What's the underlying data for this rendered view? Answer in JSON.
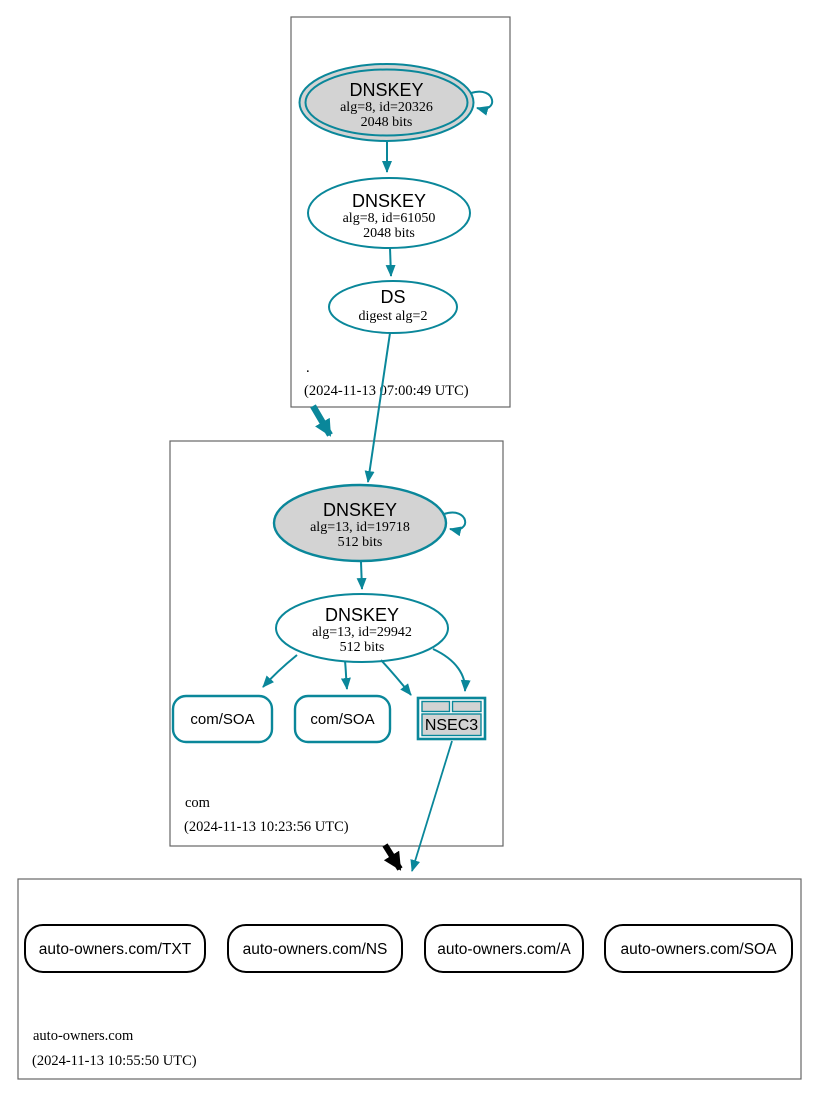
{
  "diagram_type": "dnssec-authentication-chain",
  "colors": {
    "secure_edge": "#0a879a",
    "insecure_edge": "#000000",
    "key_fill": "#d3d3d3",
    "node_fill": "#ffffff",
    "zone_box_border": "#666666",
    "rrset_border_bottom": "#000000"
  },
  "zones": {
    "root": {
      "label": ".",
      "timestamp": "(2024-11-13 07:00:49 UTC)",
      "ksk": {
        "title": "DNSKEY",
        "detail": "alg=8, id=20326",
        "bits": "2048 bits"
      },
      "zsk": {
        "title": "DNSKEY",
        "detail": "alg=8, id=61050",
        "bits": "2048 bits"
      },
      "ds": {
        "title": "DS",
        "detail": "digest alg=2"
      }
    },
    "com": {
      "label": "com",
      "timestamp": "(2024-11-13 10:23:56 UTC)",
      "ksk": {
        "title": "DNSKEY",
        "detail": "alg=13, id=19718",
        "bits": "512 bits"
      },
      "zsk": {
        "title": "DNSKEY",
        "detail": "alg=13, id=29942",
        "bits": "512 bits"
      },
      "soa1": {
        "label": "com/SOA"
      },
      "soa2": {
        "label": "com/SOA"
      },
      "nsec3": {
        "label": "NSEC3"
      }
    },
    "auto_owners": {
      "label": "auto-owners.com",
      "timestamp": "(2024-11-13 10:55:50 UTC)",
      "rrsets": [
        {
          "label": "auto-owners.com/TXT"
        },
        {
          "label": "auto-owners.com/NS"
        },
        {
          "label": "auto-owners.com/A"
        },
        {
          "label": "auto-owners.com/SOA"
        }
      ]
    }
  },
  "edges": [
    {
      "from": "root-ksk-20326",
      "to": "root-ksk-20326",
      "type": "self-sign",
      "style": "secure"
    },
    {
      "from": "root-ksk-20326",
      "to": "root-zsk-61050",
      "type": "sign",
      "style": "secure"
    },
    {
      "from": "root-zsk-61050",
      "to": "ds-com",
      "type": "sign",
      "style": "secure"
    },
    {
      "from": "ds-com",
      "to": "com-ksk-19718",
      "type": "authenticates",
      "style": "secure"
    },
    {
      "from": "zone-root",
      "to": "zone-com",
      "type": "delegation",
      "style": "secure-thick"
    },
    {
      "from": "com-ksk-19718",
      "to": "com-ksk-19718",
      "type": "self-sign",
      "style": "secure"
    },
    {
      "from": "com-ksk-19718",
      "to": "com-zsk-29942",
      "type": "sign",
      "style": "secure"
    },
    {
      "from": "com-zsk-29942",
      "to": "com-soa-1",
      "type": "sign",
      "style": "secure"
    },
    {
      "from": "com-zsk-29942",
      "to": "com-soa-2",
      "type": "sign",
      "style": "secure"
    },
    {
      "from": "com-zsk-29942",
      "to": "nsec3",
      "type": "sign",
      "style": "secure"
    },
    {
      "from": "com-zsk-29942",
      "to": "nsec3",
      "type": "sign",
      "style": "secure"
    },
    {
      "from": "nsec3",
      "to": "zone-auto-owners",
      "type": "proves-insecure-delegation",
      "style": "secure"
    },
    {
      "from": "zone-com",
      "to": "zone-auto-owners",
      "type": "delegation",
      "style": "insecure-thick"
    }
  ]
}
